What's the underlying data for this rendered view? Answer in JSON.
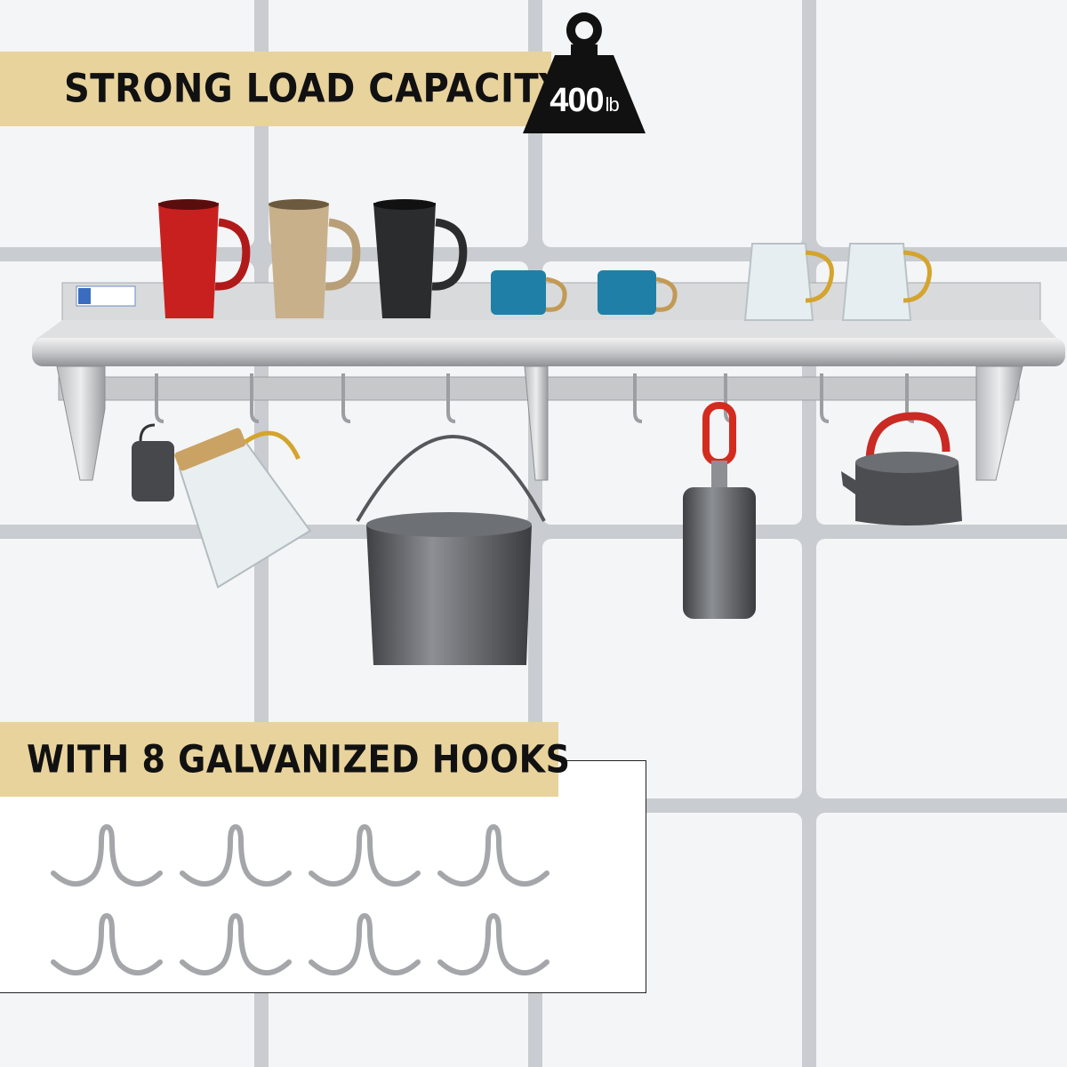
{
  "banners": {
    "top": "STRONG LOAD CAPACITY",
    "bottom": "WITH 8 GALVANIZED HOOKS"
  },
  "weight_badge": {
    "value": "400",
    "unit": "lb",
    "icon": "weight-icon"
  },
  "colors": {
    "banner_bg": "#e8d39c",
    "badge_bg": "#111111",
    "tile": "#f4f5f6",
    "grout": "#c9ccd0"
  },
  "hook_count": 8
}
